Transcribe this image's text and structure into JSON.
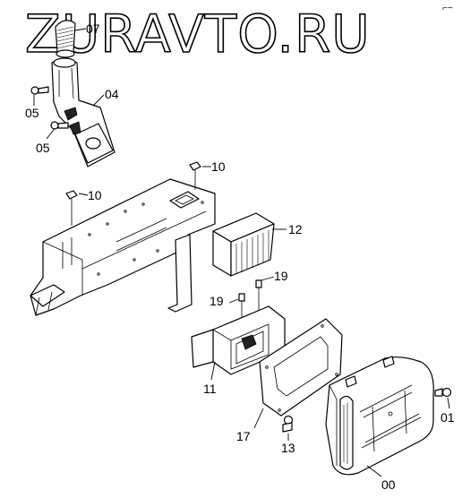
{
  "watermark": "ZURAVTO.RU",
  "corner_mark": "⌐~",
  "callouts": {
    "p07": "07",
    "p04": "04",
    "p05a": "05",
    "p05b": "05",
    "p10a": "10",
    "p10b": "10",
    "p12": "12",
    "p19a": "19",
    "p19b": "19",
    "p11": "11",
    "p17": "17",
    "p13": "13",
    "p01": "01",
    "p00": "00"
  }
}
